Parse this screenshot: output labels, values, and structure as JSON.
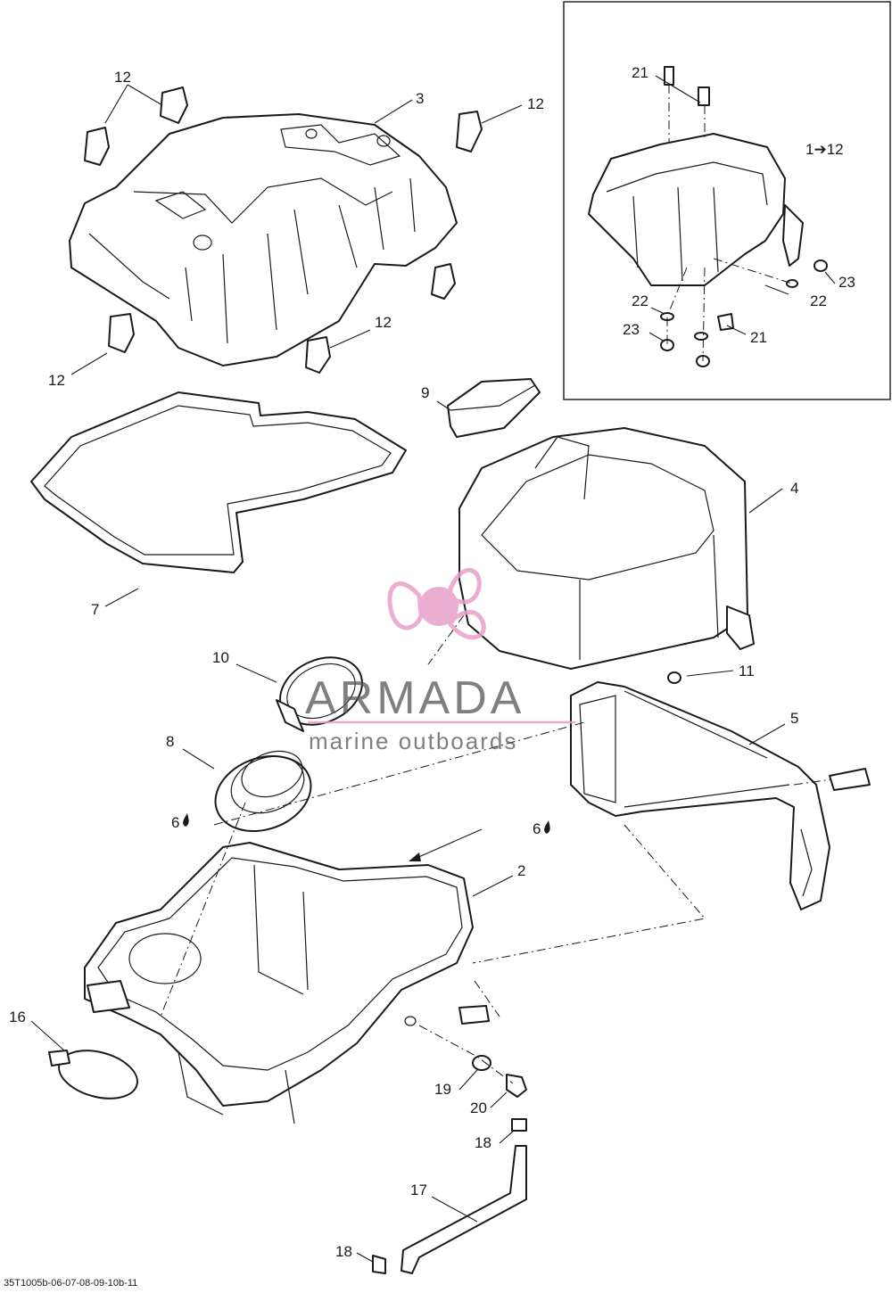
{
  "callouts": {
    "c12a": "12",
    "c3": "3",
    "c12b": "12",
    "c12c": "12",
    "c12d": "12",
    "c21a": "21",
    "c1to12": "1➔12",
    "c23a": "23",
    "c22a": "22",
    "c22b": "22",
    "c23b": "23",
    "c21b": "21",
    "c9": "9",
    "c4": "4",
    "c7": "7",
    "c10": "10",
    "c11": "11",
    "c5": "5",
    "c8": "8",
    "c6a": "6",
    "c6b": "6",
    "c2": "2",
    "c16": "16",
    "c19": "19",
    "c20": "20",
    "c18a": "18",
    "c17": "17",
    "c18b": "18"
  },
  "watermark": {
    "brand": "ARMADA",
    "tagline": "marine outboards",
    "accent": "#e8a0c8"
  },
  "footer_code": "35T1005b-06-07-08-09-10b-11",
  "colors": {
    "line": "#1a1a1a",
    "background": "#ffffff"
  }
}
